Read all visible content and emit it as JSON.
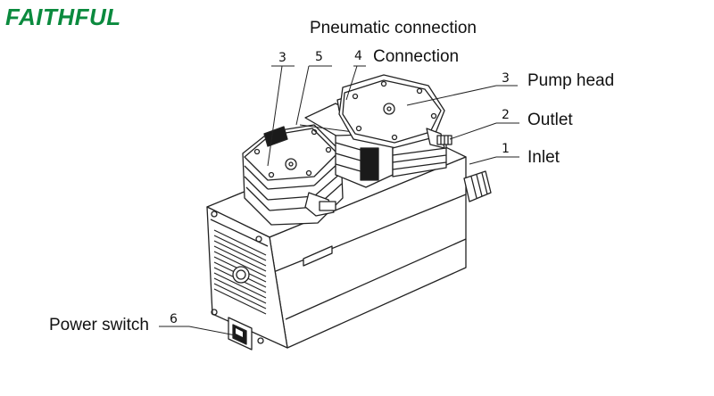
{
  "brand": {
    "name": "FAITHFUL",
    "color": "#0b8a3e"
  },
  "labels": {
    "pneumatic_connection": "Pneumatic connection",
    "connection": "Connection",
    "pump_head": "Pump head",
    "outlet": "Outlet",
    "inlet": "Inlet",
    "power_switch": "Power switch"
  },
  "callouts": {
    "pump_head_left": "3",
    "pneumatic_connection": "5",
    "connection": "4",
    "pump_head_right": "3",
    "outlet": "2",
    "inlet": "1",
    "power_switch": "6"
  },
  "colors": {
    "line": "#222222",
    "shade": "#bfbfbf",
    "dark": "#1a1a1a"
  }
}
